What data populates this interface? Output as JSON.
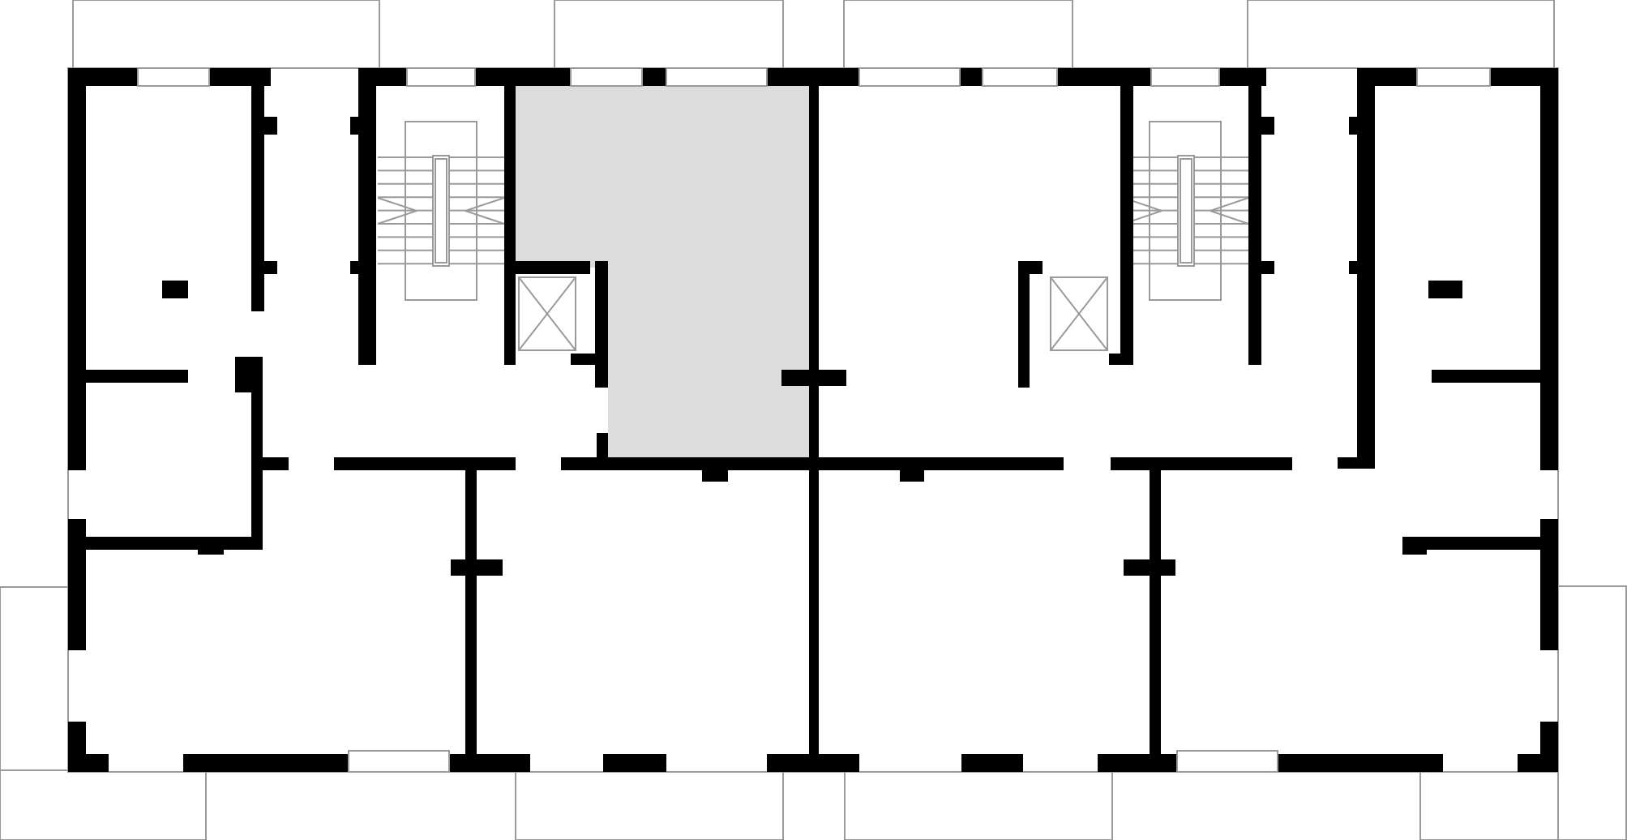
{
  "drawing": {
    "kind": "architectural floor plan",
    "labels": [],
    "colors": {
      "wall": "#000000",
      "outline": "#9a9a9a",
      "highlight_zone": "#dcdcdc",
      "background": "#ffffff"
    },
    "icons": [
      "staircase-left",
      "staircase-right",
      "elevator-left",
      "elevator-right"
    ]
  }
}
